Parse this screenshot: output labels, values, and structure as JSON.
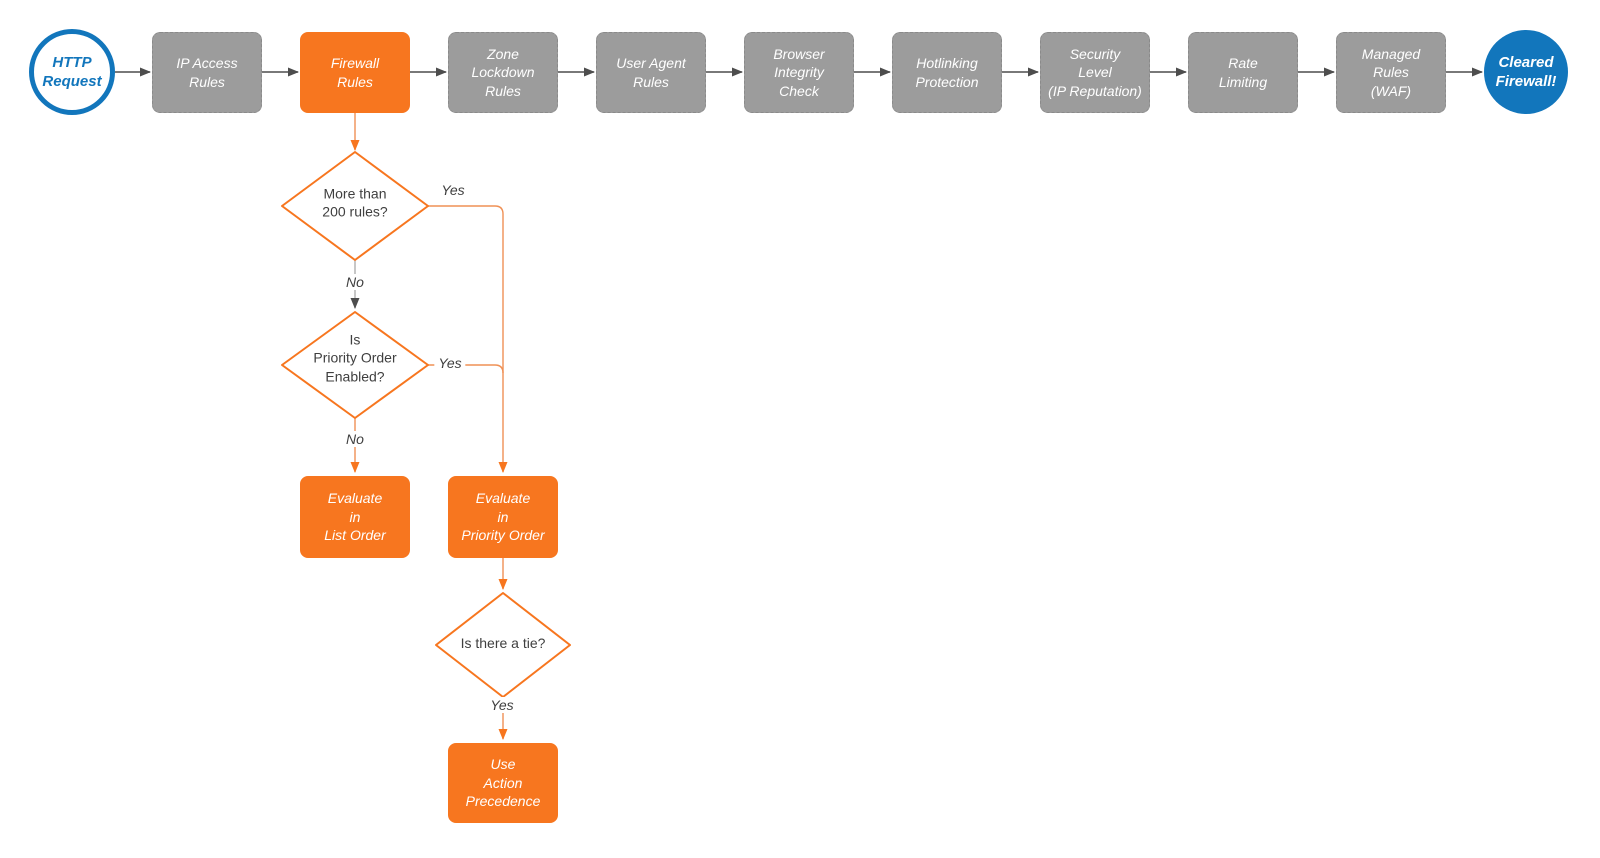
{
  "colors": {
    "accent_orange": "#F7761F",
    "node_gray": "#9C9C9C",
    "accent_blue": "#1276BC",
    "arrow_dark": "#4D4D4D"
  },
  "pipeline": {
    "start_label": "HTTP\nRequest",
    "stages": [
      {
        "label": "IP Access\nRules"
      },
      {
        "label": "Firewall\nRules"
      },
      {
        "label": "Zone\nLockdown\nRules"
      },
      {
        "label": "User Agent\nRules"
      },
      {
        "label": "Browser\nIntegrity\nCheck"
      },
      {
        "label": "Hotlinking\nProtection"
      },
      {
        "label": "Security\nLevel\n(IP Reputation)"
      },
      {
        "label": "Rate\nLimiting"
      },
      {
        "label": "Managed\nRules\n(WAF)"
      }
    ],
    "end_label": "Cleared\nFirewall!"
  },
  "decision_flow": {
    "decisions": [
      {
        "question": "More than\n200 rules?",
        "yes_label": "Yes",
        "no_label": "No"
      },
      {
        "question": "Is\nPriority Order\nEnabled?",
        "yes_label": "Yes",
        "no_label": "No"
      },
      {
        "question": "Is there a tie?",
        "yes_label": "Yes"
      }
    ],
    "actions": [
      {
        "label": "Evaluate\nin\nList Order"
      },
      {
        "label": "Evaluate\nin\nPriority Order"
      },
      {
        "label": "Use\nAction\nPrecedence"
      }
    ]
  }
}
